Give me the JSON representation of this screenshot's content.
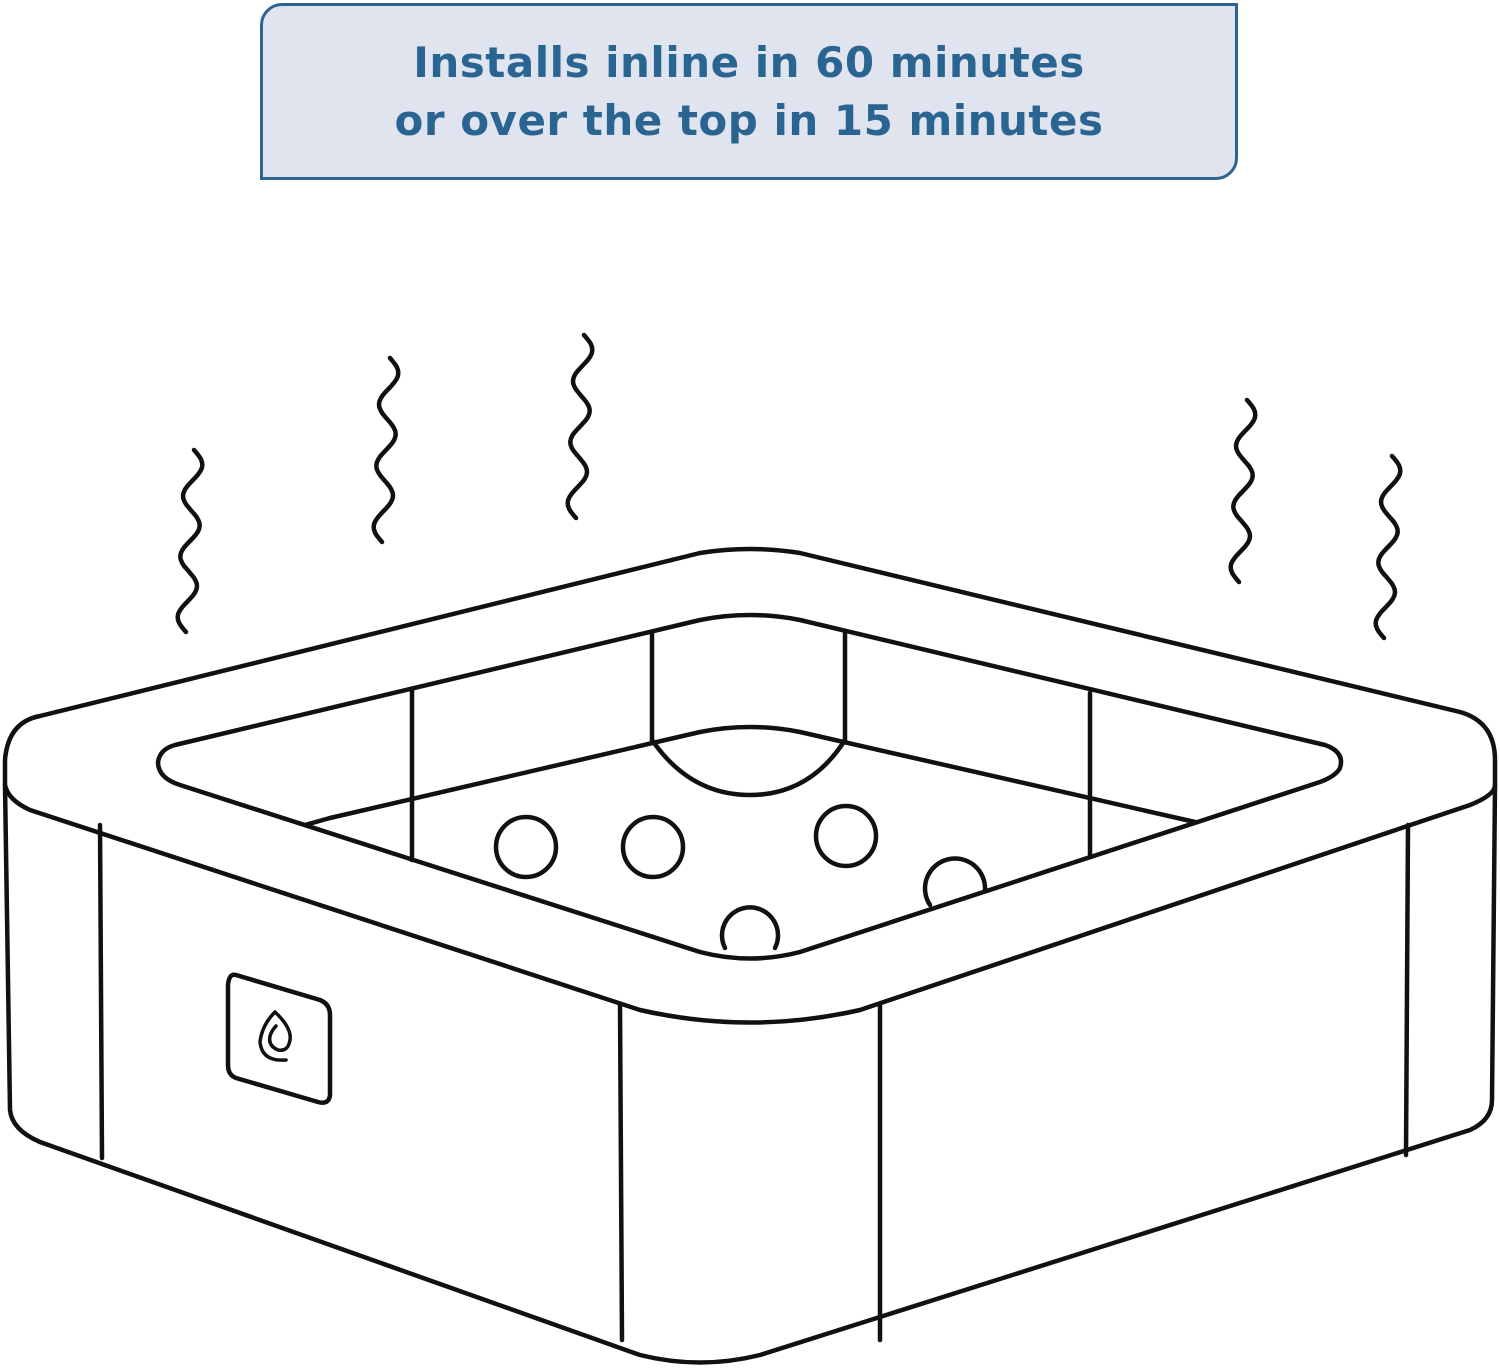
{
  "banner": {
    "line1": "Installs inline in 60 minutes",
    "line2": "or over the top in 15 minutes"
  },
  "illustration": {
    "subject": "hot-tub",
    "icons": [
      "steam-icon",
      "water-drop-logo-icon"
    ]
  },
  "colors": {
    "banner_bg": "#dfe4ef",
    "banner_border": "#2e6590",
    "banner_text": "#2a6592",
    "line": "#111111"
  }
}
